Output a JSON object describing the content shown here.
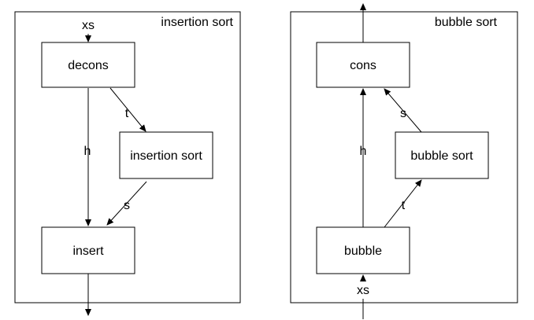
{
  "insertion_panel": {
    "title": "insertion sort",
    "input_label": "xs",
    "nodes": {
      "decons": "decons",
      "insertion_sort": "insertion sort",
      "insert": "insert"
    },
    "edge_labels": {
      "t": "t",
      "h": "h",
      "s": "s"
    }
  },
  "bubble_panel": {
    "title": "bubble sort",
    "input_label": "xs",
    "nodes": {
      "cons": "cons",
      "bubble_sort": "bubble sort",
      "bubble": "bubble"
    },
    "edge_labels": {
      "s": "s",
      "h": "h",
      "t": "t"
    }
  }
}
